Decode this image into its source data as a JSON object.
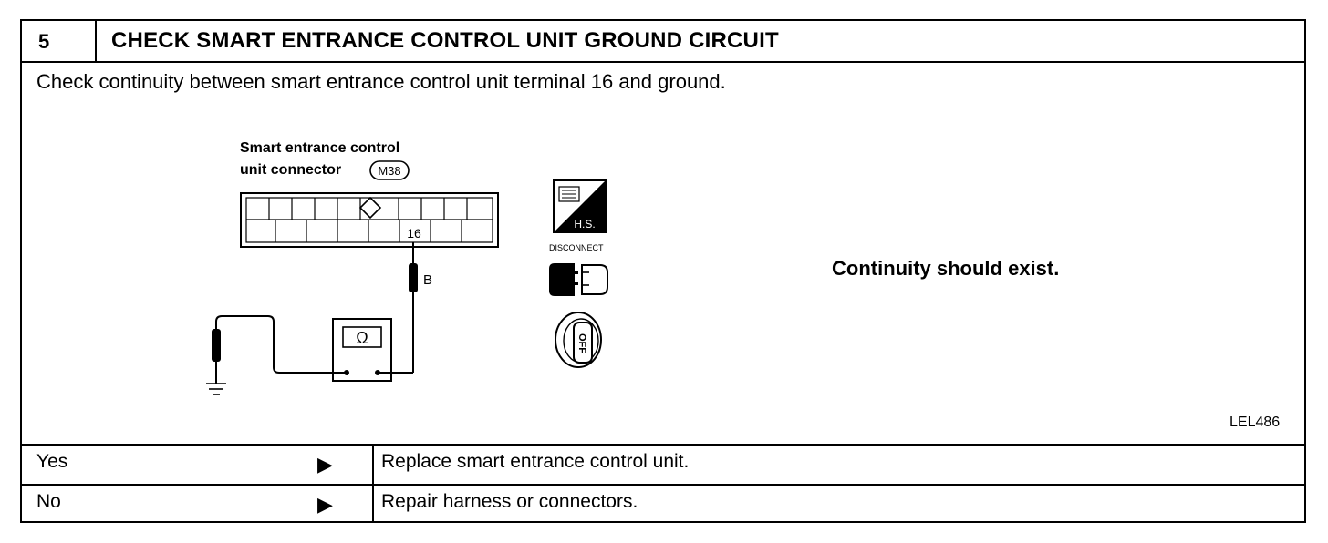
{
  "step": {
    "number": "5",
    "title": "CHECK SMART ENTRANCE CONTROL UNIT GROUND CIRCUIT",
    "instruction": "Check continuity between smart entrance control unit terminal 16 and ground."
  },
  "diagram": {
    "connector_label_line1": "Smart entrance control",
    "connector_label_line2": "unit connector",
    "connector_id": "M38",
    "terminal": "16",
    "wire_color": "B",
    "meter_symbol": "Ω",
    "icon_hs_text": "H.S.",
    "icon_disconnect_text": "DISCONNECT",
    "icon_off_text": "OFF",
    "result": "Continuity should exist.",
    "reference": "LEL486"
  },
  "outcomes": [
    {
      "label": "Yes",
      "action": "Replace smart entrance control unit."
    },
    {
      "label": "No",
      "action": "Repair harness or connectors."
    }
  ]
}
